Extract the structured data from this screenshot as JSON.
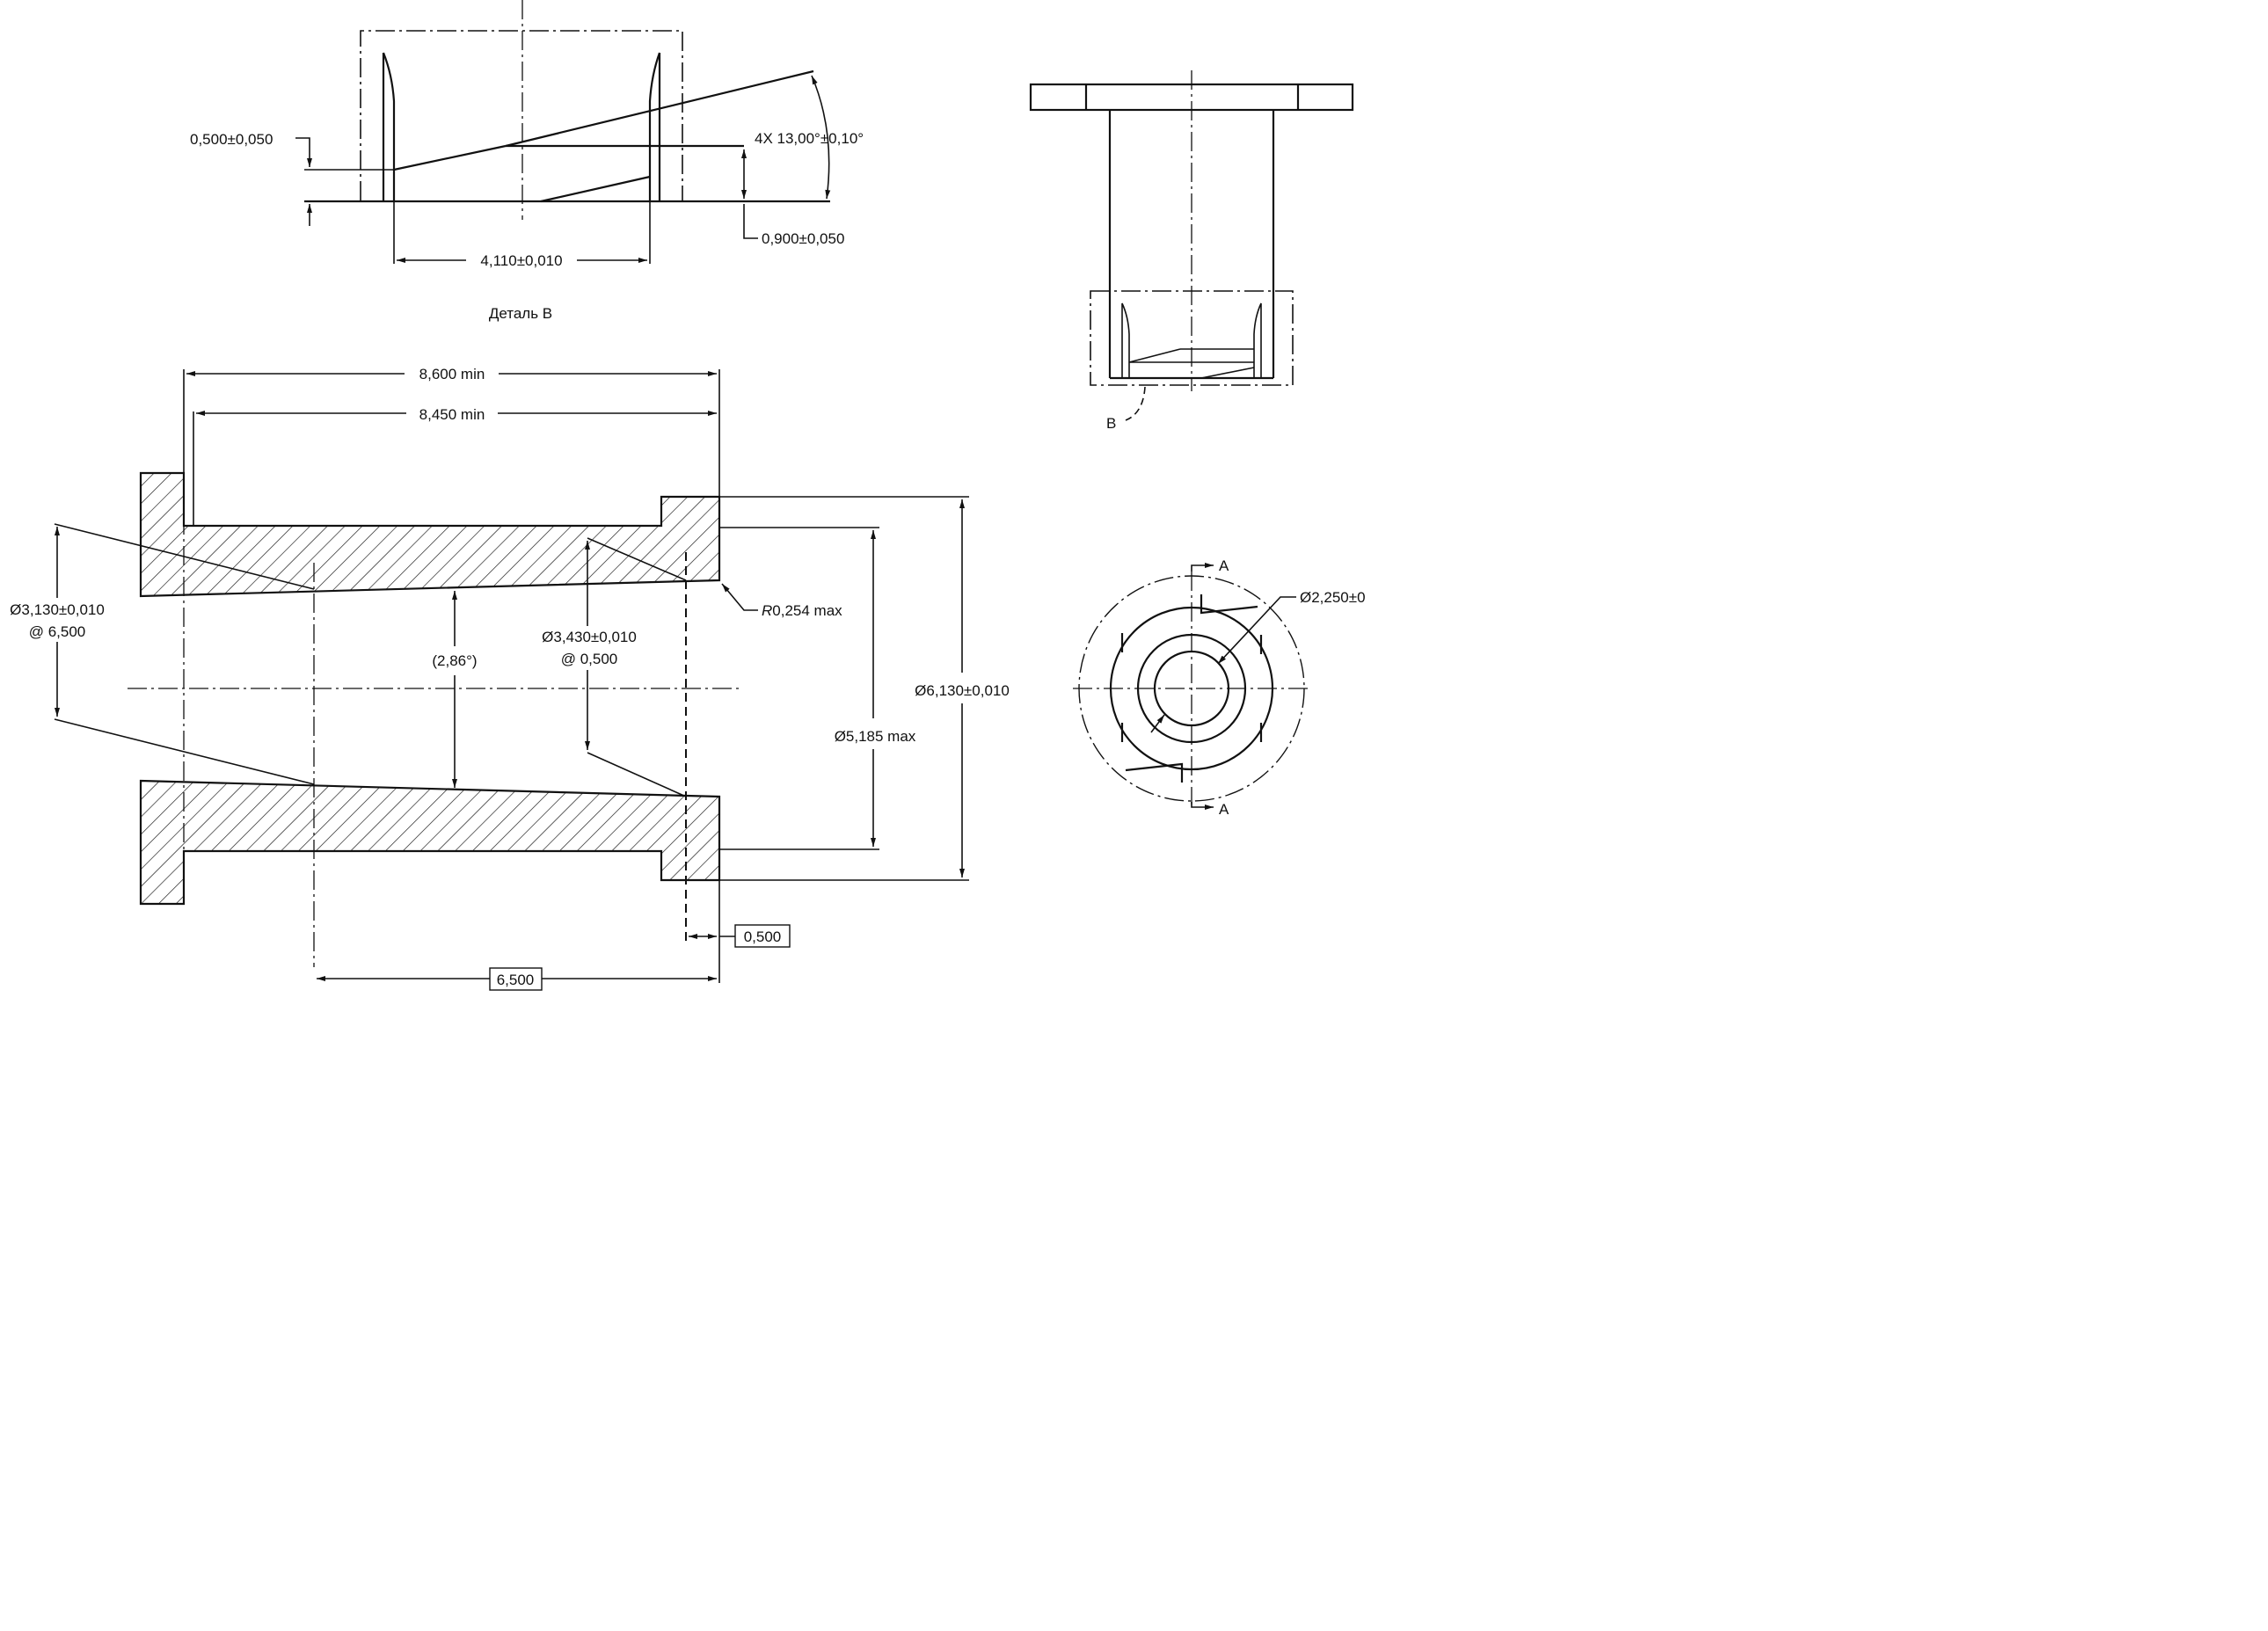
{
  "detail_b": {
    "title": "Деталь B",
    "dim_slot_depth": "0,500±0,050",
    "dim_slot_height": "0,900±0,050",
    "dim_angle": "4X 13,00°±0,10°",
    "dim_width": "4,110±0,010"
  },
  "section_view": {
    "dim_overall_min": "8,600 min",
    "dim_inner_min": "8,450 min",
    "dim_dia_small": "Ø3,130±0,010",
    "dim_dia_small_at": "@ 6,500",
    "dim_taper_angle": "(2,86°)",
    "dim_dia_large": "Ø3,430±0,010",
    "dim_dia_large_at": "@ 0,500",
    "dim_radius_prefix": "R",
    "dim_radius": "0,254 max",
    "dim_outer_dia": "Ø6,130±0,010",
    "dim_body_dia": "Ø5,185 max",
    "dim_basic_offset": "0,500",
    "dim_basic_length": "6,500"
  },
  "side_view": {
    "detail_callout": "B"
  },
  "end_view": {
    "section_label_top": "A",
    "section_label_bottom": "A",
    "dim_bore_dia": "Ø2,250±0"
  }
}
